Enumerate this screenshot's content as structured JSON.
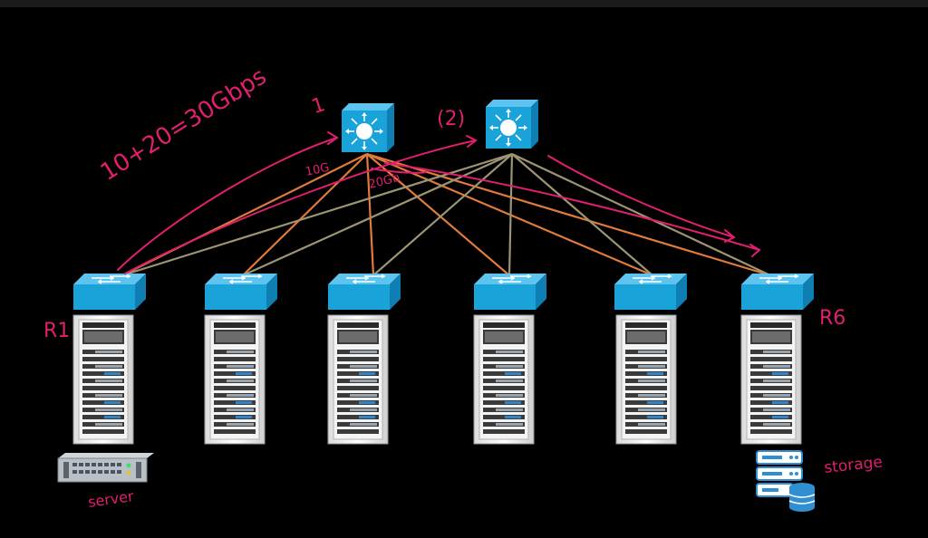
{
  "annotations": {
    "bandwidth_formula": "10+20=30Gbps",
    "spine_1_label": "1",
    "spine_2_label": "(2)",
    "link_small_1": "10G",
    "link_small_2": "20Gb",
    "rack_first_label": "R1",
    "rack_last_label": "R6",
    "server_label": "server",
    "storage_label": "storage"
  },
  "colors": {
    "background": "#000000",
    "switch_blue": "#1aa3d9",
    "spine1_links": "#e07b39",
    "spine2_links": "#9c9473",
    "ink_pink": "#e01f6e"
  },
  "icons": {
    "spine": "layer3-switch-icon",
    "leaf": "workgroup-switch-icon",
    "rack": "server-rack-icon",
    "server": "rack-server-icon",
    "storage": "storage-icon"
  }
}
